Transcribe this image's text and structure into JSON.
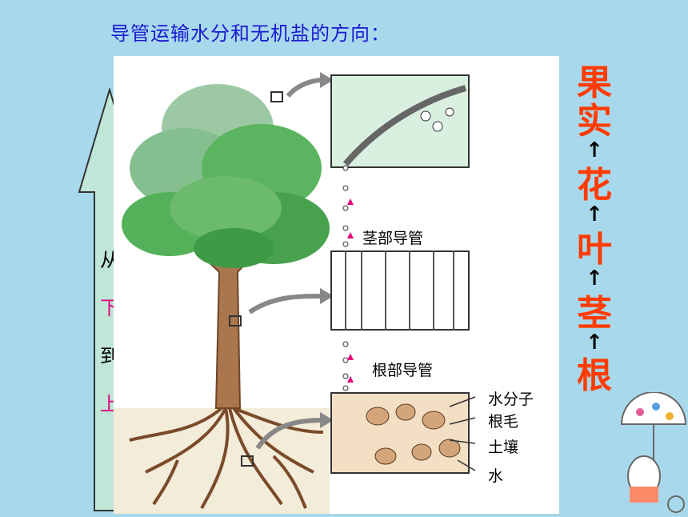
{
  "title": "导管运输水分和无机盐的方向：",
  "direction_labels": {
    "from": "从",
    "bottom": "下",
    "to": "到",
    "top": "上"
  },
  "organ_sequence": [
    "果实",
    "花",
    "叶",
    "茎",
    "根"
  ],
  "arrow_symbol": "↑",
  "diagram_labels": {
    "stem_vessel": "茎部导管",
    "root_vessel": "根部导管",
    "water_molecule": "水分子",
    "root_hair": "根毛",
    "soil": "土壤",
    "water": "水"
  },
  "colors": {
    "background": "#a8d8ec",
    "title": "#1a1ad0",
    "organs": "#ff3b00",
    "red_text": "#e6007e",
    "arrow_fill": "#bfe6d6"
  }
}
